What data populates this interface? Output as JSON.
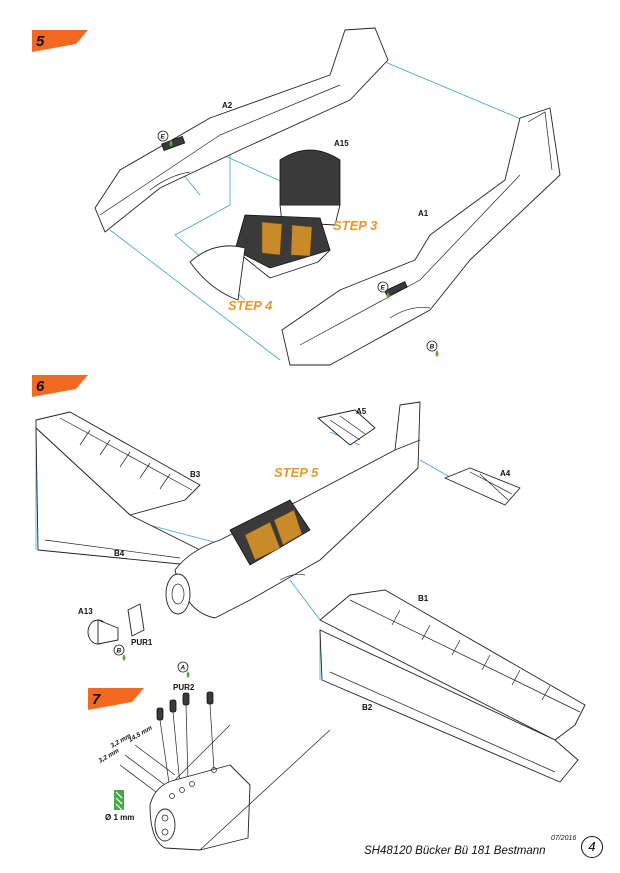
{
  "steps": [
    {
      "number": "5"
    },
    {
      "number": "6"
    },
    {
      "number": "7"
    }
  ],
  "labels": {
    "a2": "A2",
    "a15": "A15",
    "a1": "A1",
    "step3": "STEP 3",
    "step4": "STEP 4",
    "a5": "A5",
    "a4": "A4",
    "b3": "B3",
    "b4": "B4",
    "b1": "B1",
    "b2": "B2",
    "step5": "STEP 5",
    "a13": "A13",
    "pur1": "PUR1",
    "pur2": "PUR2"
  },
  "markers": {
    "e": "E",
    "b": "B",
    "a": "A"
  },
  "dimensions": {
    "d1": "3,2 mm",
    "d2": "14,5 mm",
    "d3": "3,2 mm",
    "drill": "Ø 1 mm"
  },
  "footer": {
    "date": "07/2016",
    "title": "SH48120 Bücker Bü 181 Bestmann",
    "page": "4"
  },
  "colors": {
    "badge": "#f26a21",
    "step_text": "#e39a2d",
    "guide": "#3aa6c9",
    "seat": "#c98a2a",
    "drill": "#4aa84a"
  }
}
